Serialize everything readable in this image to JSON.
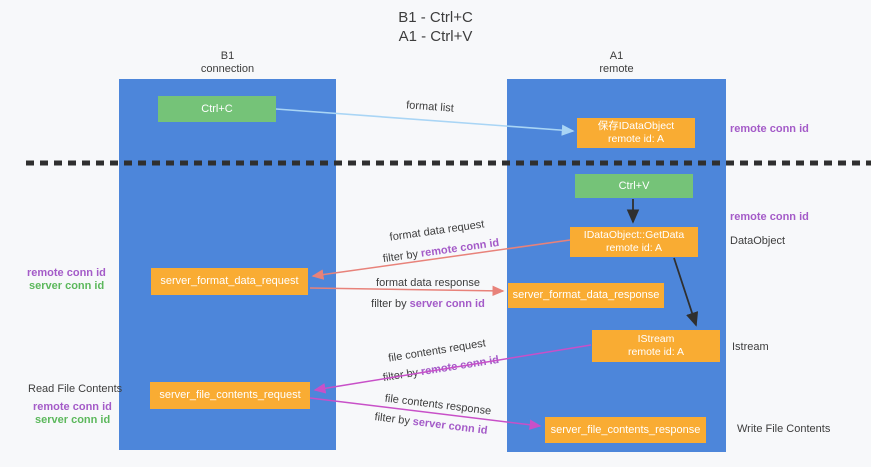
{
  "title": {
    "line1": "B1 - Ctrl+C",
    "line2": "A1 - Ctrl+V"
  },
  "columns": {
    "left": {
      "name": "B1",
      "subtitle": "connection"
    },
    "right": {
      "name": "A1",
      "subtitle": "remote"
    }
  },
  "nodes": {
    "ctrl_c": {
      "label": "Ctrl+C"
    },
    "save_dataobject": {
      "line1": "保存IDataObject",
      "line2": "remote id: A"
    },
    "ctrl_v": {
      "label": "Ctrl+V"
    },
    "getdata": {
      "line1": "IDataObject::GetData",
      "line2": "remote id: A"
    },
    "istream": {
      "line1": "IStream",
      "line2": "remote id: A"
    },
    "format_request": {
      "label": "server_format_data_request"
    },
    "format_response": {
      "label": "server_format_data_response"
    },
    "file_request": {
      "label": "server_file_contents_request"
    },
    "file_response": {
      "label": "server_file_contents_response"
    }
  },
  "arrows": {
    "format_list": {
      "label": "format list"
    },
    "format_data_request": {
      "label": "format data request",
      "filter_prefix": "filter by",
      "filter_id": "remote conn id"
    },
    "format_data_response": {
      "label": "format data response",
      "filter_prefix": "filter by",
      "filter_id": "server conn id"
    },
    "file_contents_request": {
      "label": "file contents request",
      "filter_prefix": "filter by",
      "filter_id": "remote conn id"
    },
    "file_contents_response": {
      "label": "file contents response",
      "filter_prefix": "filter by",
      "filter_id": "server conn id"
    }
  },
  "side_labels": {
    "right_remote_conn_id_top": "remote conn id",
    "right_remote_conn_id_mid": "remote conn id",
    "dataobject": "DataObject",
    "istream": "Istream",
    "write_file_contents": "Write File Contents",
    "left_remote_conn_id_top": "remote conn id",
    "left_server_conn_id_top": "server conn id",
    "read_file_contents": "Read File Contents",
    "left_remote_conn_id_bottom": "remote conn id",
    "left_server_conn_id_bottom": "server conn id"
  },
  "colors": {
    "column_blue": "#4d86da",
    "box_green": "#75c378",
    "box_orange": "#f9ac33",
    "purple_label": "#a45bc8",
    "green_label": "#5cb85c",
    "arrow_salmon": "#e8827a",
    "arrow_magenta": "#c850c8",
    "arrow_lightblue": "#a9d5f5",
    "arrow_black": "#2f2f2f"
  }
}
